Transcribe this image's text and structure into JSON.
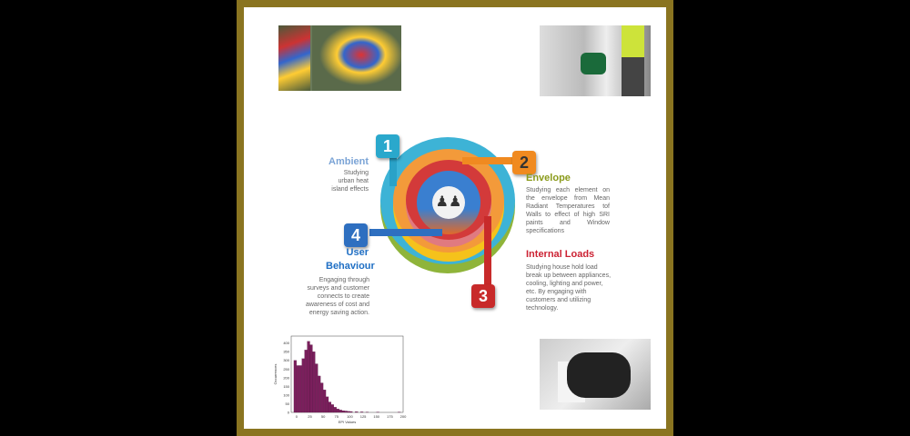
{
  "colors": {
    "border": "#8a7420",
    "ambient": "#7ba4d6",
    "envelope": "#8a9a1a",
    "internal": "#cc2233",
    "behaviour": "#1f6fc4"
  },
  "steps": [
    {
      "num": "1",
      "title": "Ambient",
      "desc": "Studying urban heat island effects"
    },
    {
      "num": "2",
      "title": "Envelope",
      "desc": "Studying each element on the envelope from Mean Radiant Temperatures tof Walls to effect of high SRI paints and Window specifications"
    },
    {
      "num": "3",
      "title": "Internal Loads",
      "desc": "Studying house hold load break up between  appliances, cooling, lighting and power, etc. By engaging with customers and utilizing technology."
    },
    {
      "num": "4",
      "title": "User Behaviour",
      "desc": "Engaging through surveys and customer connects to create awareness of cost and energy saving action."
    }
  ],
  "center_icon": "users-icon",
  "chart_data": {
    "type": "bar",
    "xlabel": "EPI Values",
    "ylabel": "Occurrences",
    "xlim": [
      -10,
      200
    ],
    "ylim": [
      0,
      440
    ],
    "xticks": [
      "0",
      "25",
      "50",
      "75",
      "100",
      "125",
      "150",
      "175",
      "200"
    ],
    "yticks": [
      "0",
      "50",
      "100",
      "150",
      "200",
      "250",
      "300",
      "350",
      "400"
    ],
    "bin_starts": [
      -5,
      0,
      5,
      10,
      15,
      20,
      25,
      30,
      35,
      40,
      45,
      50,
      55,
      60,
      65,
      70,
      75,
      80,
      85,
      90,
      95,
      100,
      110,
      120,
      130,
      150,
      190
    ],
    "values": [
      300,
      270,
      270,
      310,
      360,
      410,
      390,
      350,
      280,
      210,
      170,
      130,
      90,
      60,
      45,
      30,
      20,
      14,
      10,
      8,
      6,
      5,
      4,
      3,
      2,
      2,
      2
    ]
  }
}
